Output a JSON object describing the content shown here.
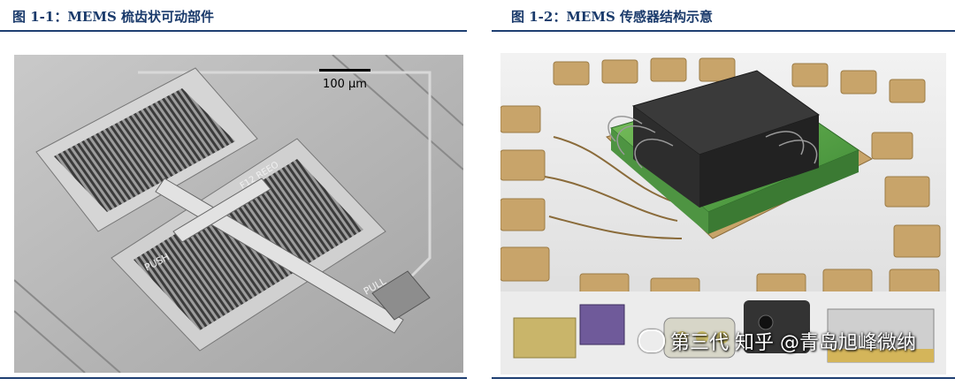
{
  "figures": [
    {
      "caption": "图 1-1：MEMS 梳齿状可动部件",
      "scale_bar_label": "100 μm",
      "labels": {
        "push": "PUSH",
        "pull": "PULL",
        "part_id": "F12 REEO"
      }
    },
    {
      "caption": "图 1-2：MEMS 传感器结构示意"
    }
  ],
  "watermark": "第三代 知乎 @青岛旭峰微纳",
  "colors": {
    "caption_text": "#1a3a6b",
    "rule": "#1f3f72",
    "pad_gold": "#c8a46a",
    "chip_green": "#5aa84a",
    "chip_dark": "#2b2b2b"
  }
}
